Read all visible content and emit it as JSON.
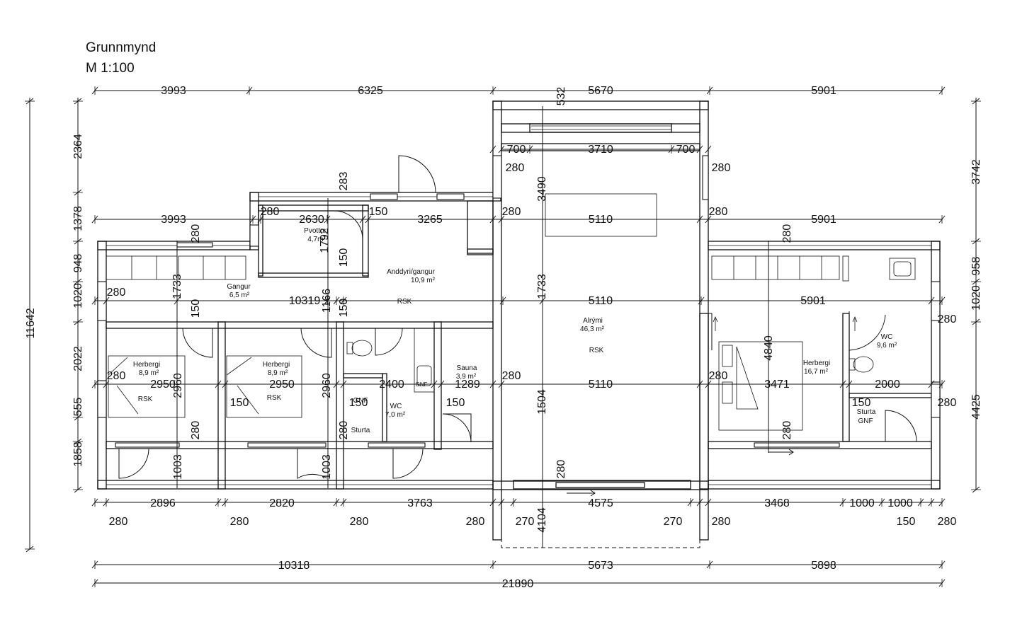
{
  "title": "Grunnmynd",
  "scale": "M 1:100",
  "rooms": [
    {
      "name": "Pvottur",
      "area": "4,7m²"
    },
    {
      "name": "Anddyri/gangur",
      "area": "10,9 m²",
      "note": "RSK"
    },
    {
      "name": "Gangur",
      "area": "6,5 m²"
    },
    {
      "name": "Alrými",
      "area": "46,3 m²",
      "note": "RSK"
    },
    {
      "name": "Herbergi",
      "area": "8,9 m²",
      "note": "RSK"
    },
    {
      "name": "Herbergi",
      "area": "8,9 m²",
      "note": "RSK"
    },
    {
      "name": "Sauna",
      "area": "3,9 m²"
    },
    {
      "name": "WC",
      "area": "7,0 m²"
    },
    {
      "name": "Herbergi",
      "area": "16,7 m²"
    },
    {
      "name": "WC",
      "area": "9,6 m²"
    }
  ],
  "labels": {
    "gnf": "GNF",
    "sturta": "Sturta",
    "gnf_small": "GNF"
  },
  "dims": {
    "top_total": [
      "3993",
      "6325",
      "5670",
      "5901"
    ],
    "bottom_segments": [
      "2896",
      "2820",
      "3763",
      "4575",
      "3468",
      "1000",
      "1000"
    ],
    "bottom_walls": [
      "280",
      "280",
      "280",
      "280",
      "270",
      "270",
      "280",
      "150",
      "280"
    ],
    "bottom_totals": [
      "10318",
      "5673",
      "5898"
    ],
    "overall": "21890",
    "left_segments": [
      "2364",
      "1378",
      "948",
      "1020",
      "2022",
      "555",
      "1858"
    ],
    "left_total": "11642",
    "right_segments": [
      "3742",
      "958",
      "1020",
      "4425"
    ],
    "row1": [
      "3993",
      "2630",
      "3265",
      "5110",
      "5901"
    ],
    "row2": [
      "10319",
      "1166",
      "150",
      "5110",
      "5901"
    ],
    "row3": [
      "2950",
      "2950",
      "2400",
      "1289",
      "5110",
      "3471",
      "2000"
    ],
    "glass": [
      "700",
      "3710",
      "700"
    ],
    "misc": [
      "532",
      "283",
      "3490",
      "1733",
      "1733",
      "4840",
      "4104",
      "1504",
      "2960",
      "2960",
      "1003",
      "1003",
      "1792"
    ],
    "wall": "280",
    "wall150": "150"
  }
}
